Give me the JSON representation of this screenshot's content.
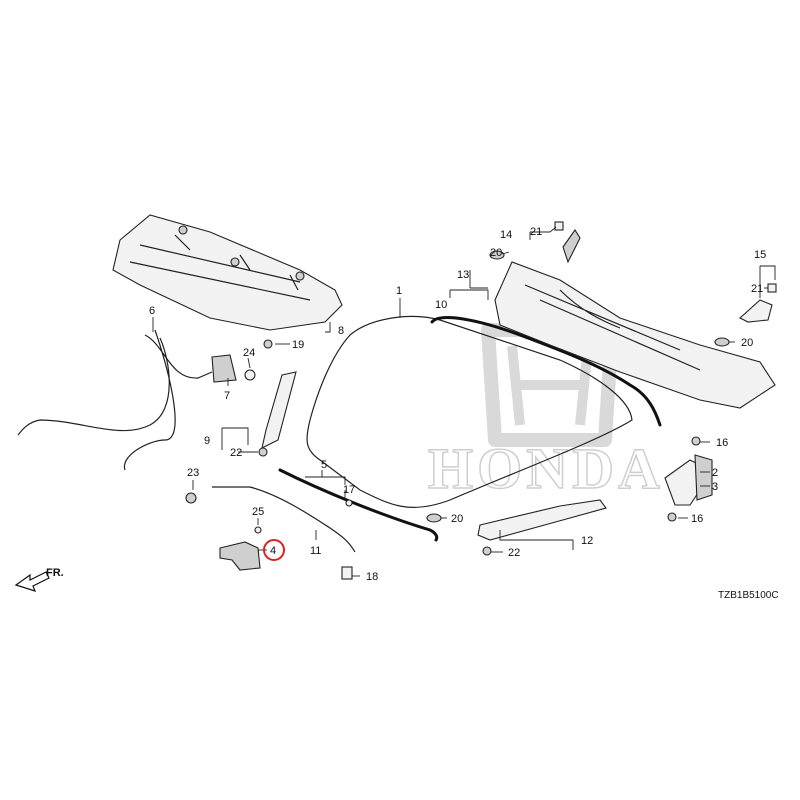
{
  "diagram": {
    "brand_text": "HONDA",
    "diagram_code": "TZB1B5100C",
    "direction_label": "FR.",
    "highlight_color": "#e02020",
    "highlighted_part": "4",
    "part_labels": {
      "p1": "1",
      "p2": "2",
      "p3": "3",
      "p4": "4",
      "p5": "5",
      "p6": "6",
      "p7": "7",
      "p8": "8",
      "p9": "9",
      "p10": "10",
      "p11": "11",
      "p12": "12",
      "p13": "13",
      "p14": "14",
      "p15": "15",
      "p16a": "16",
      "p16b": "16",
      "p17": "17",
      "p18": "18",
      "p19": "19",
      "p20a": "20",
      "p20b": "20",
      "p20c": "20",
      "p21a": "21",
      "p21b": "21",
      "p22a": "22",
      "p22b": "22",
      "p23": "23",
      "p24": "24",
      "p25": "25"
    }
  }
}
